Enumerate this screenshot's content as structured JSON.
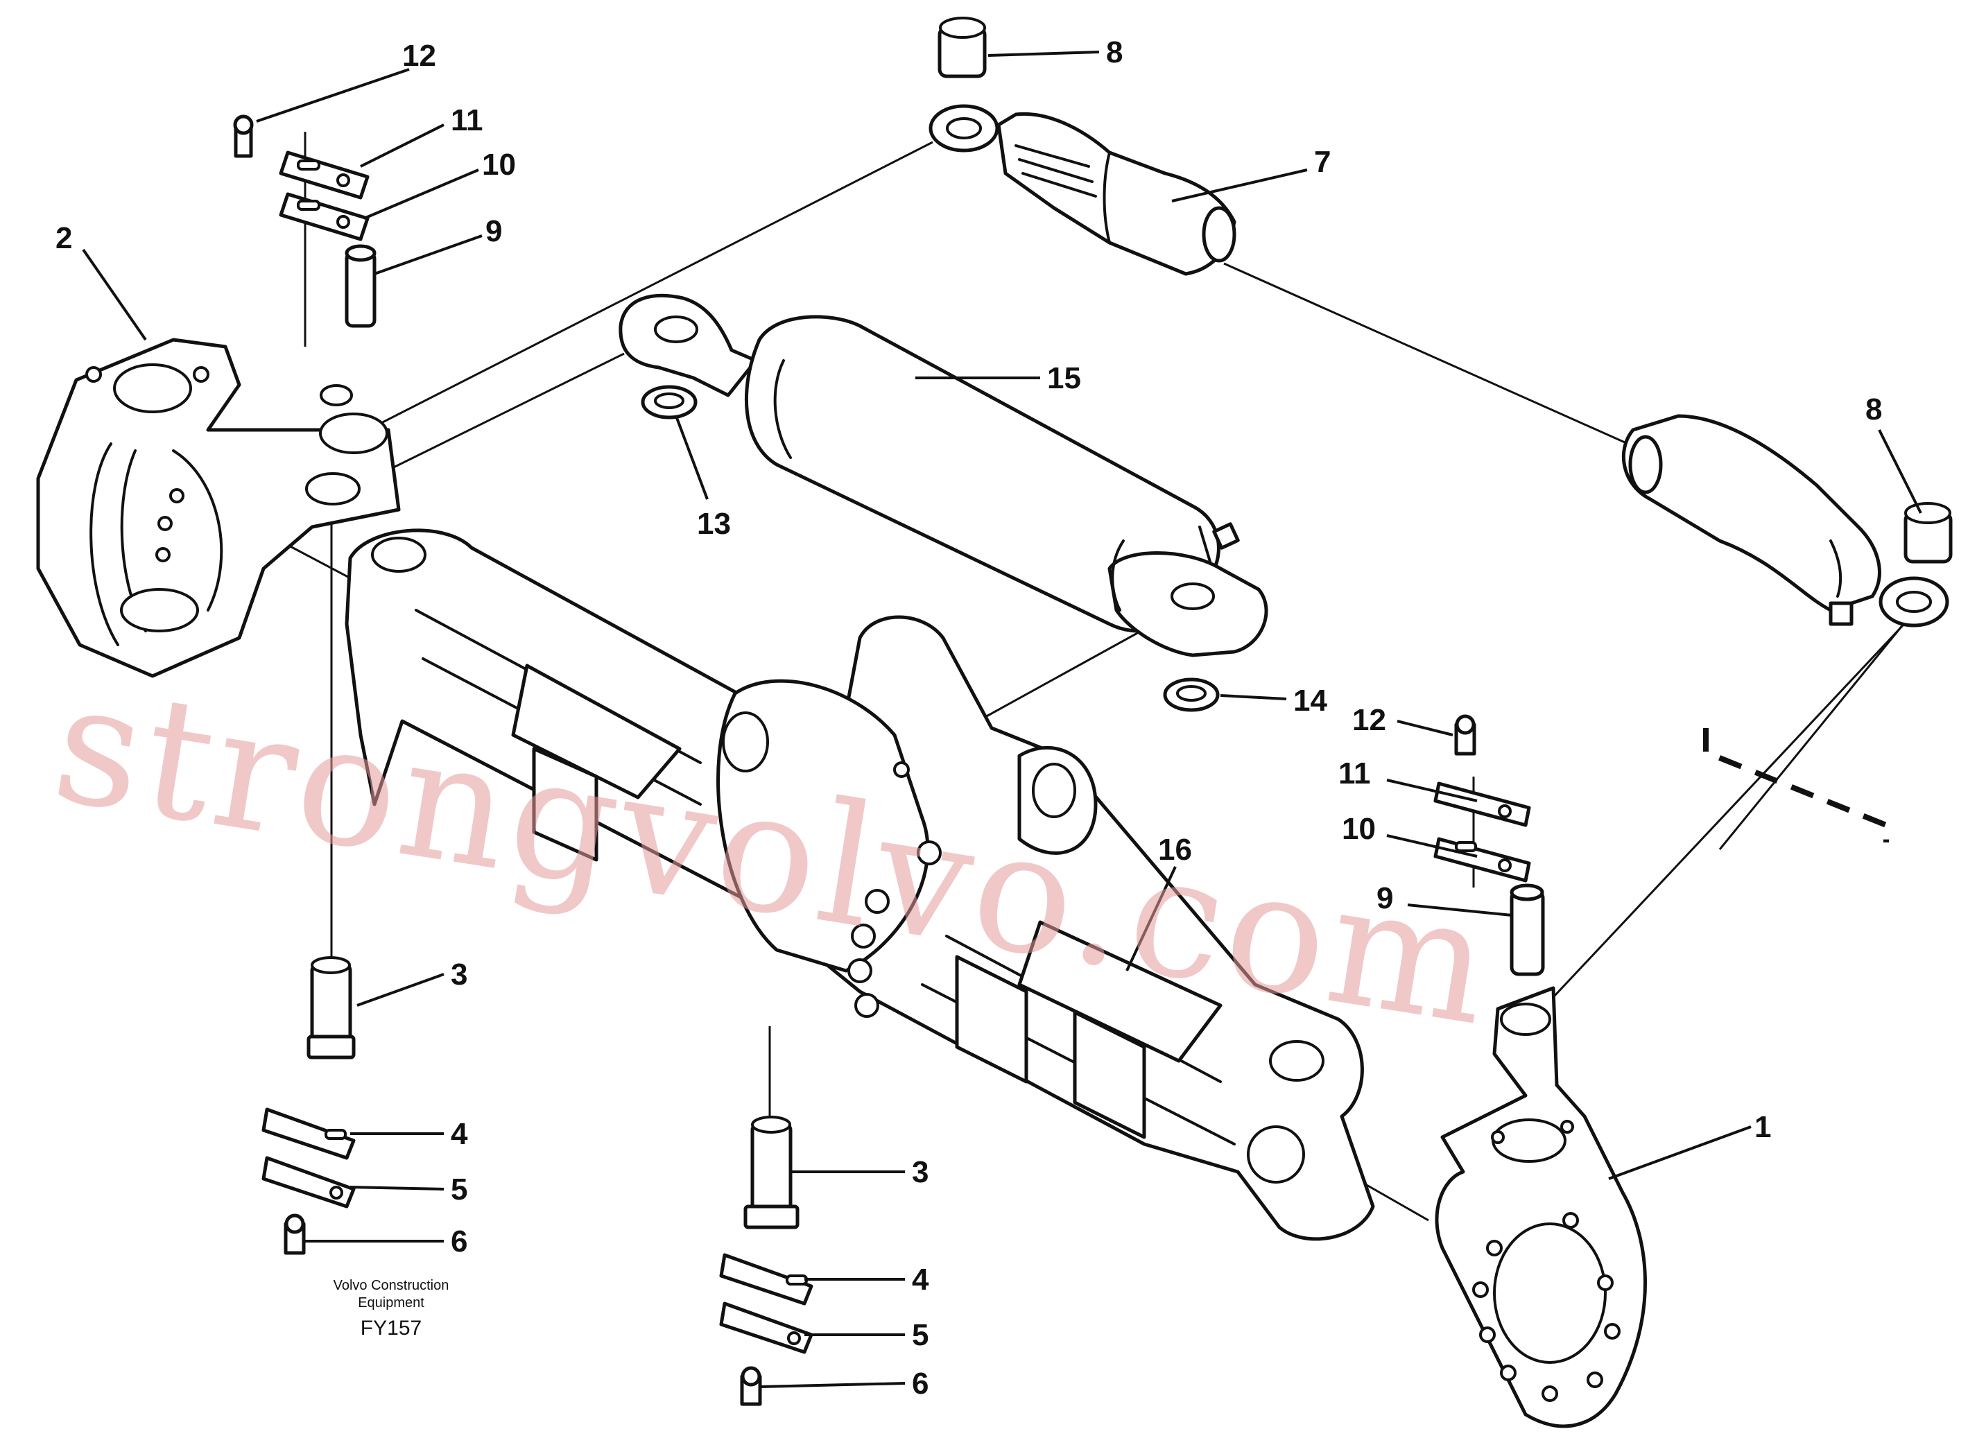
{
  "callouts": {
    "c1": "1",
    "c2": "2",
    "c3a": "3",
    "c3b": "3",
    "c4a": "4",
    "c4b": "4",
    "c5a": "5",
    "c5b": "5",
    "c6a": "6",
    "c6b": "6",
    "c7": "7",
    "c8a": "8",
    "c8b": "8",
    "c9a": "9",
    "c9b": "9",
    "c10a": "10",
    "c10b": "10",
    "c11a": "11",
    "c11b": "11",
    "c12a": "12",
    "c12b": "12",
    "c13": "13",
    "c14": "14",
    "c15": "15",
    "c16": "16"
  },
  "credit": {
    "line1": "Volvo Construction",
    "line2": "Equipment",
    "code": "FY157"
  },
  "watermark": "strongvolvo.com"
}
